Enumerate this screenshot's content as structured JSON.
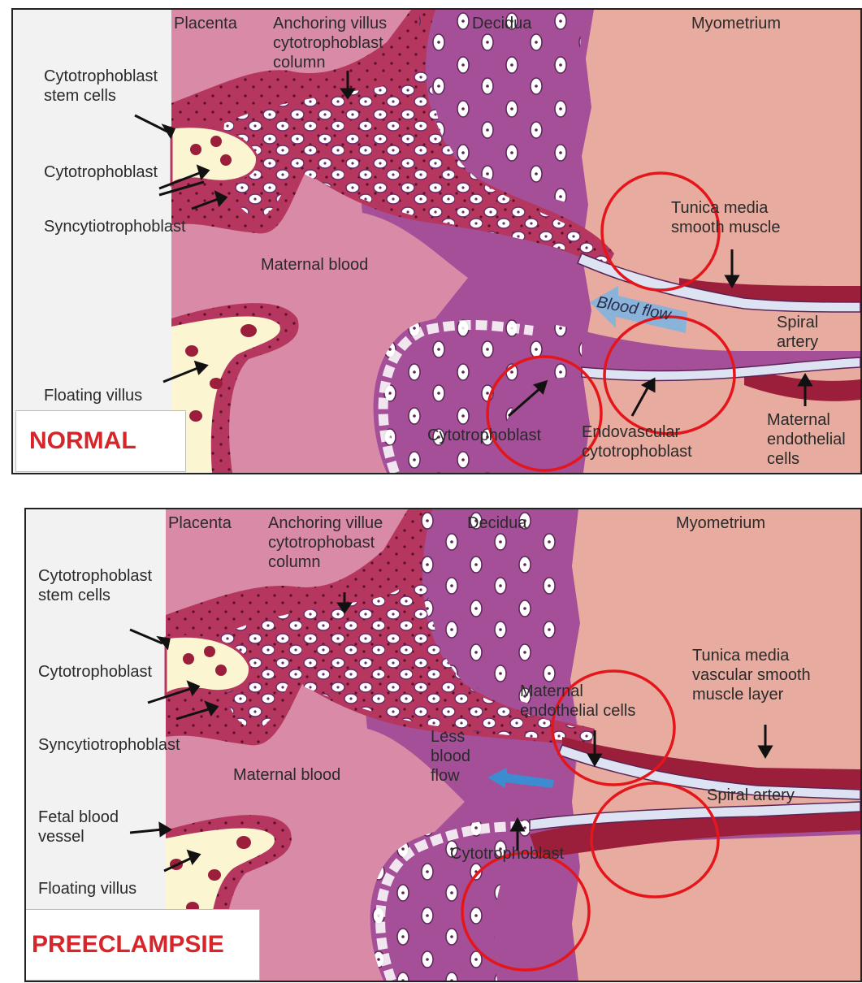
{
  "normal": {
    "badge": "NORMAL",
    "labels": {
      "placenta": "Placenta",
      "anchoring": "Anchoring villus\ncytotrophoblast\ncolumn",
      "decidua": "Decidua",
      "myometrium": "Myometrium",
      "stem_cells": "Cytotrophoblast\nstem cells",
      "cytotrophoblast_left": "Cytotrophoblast",
      "syncytio": "Syncytiotrophoblast",
      "maternal_blood": "Maternal blood",
      "floating_villus": "Floating villus",
      "tunica": "Tunica media\nsmooth muscle",
      "blood_flow": "Blood flow",
      "spiral": "Spiral\nartery",
      "cytotrophoblast_bottom": "Cytotrophoblast",
      "endovascular": "Endovascular\ncytotrophoblast",
      "maternal_endo": "Maternal\nendothelial\ncells"
    }
  },
  "preeclampsie": {
    "badge": "PREECLAMPSIE",
    "labels": {
      "placenta": "Placenta",
      "anchoring": "Anchoring villue\ncytotrophobast\ncolumn",
      "decidua": "Decidua",
      "myometrium": "Myometrium",
      "stem_cells": "Cytotrophoblast\nstem cells",
      "cytotrophoblast_left": "Cytotrophoblast",
      "syncytio": "Syncytiotrophoblast",
      "maternal_blood": "Maternal blood",
      "fetal_vessel": "Fetal blood\nvessel",
      "floating_villus": "Floating villus",
      "tunica": "Tunica media\nvascular smooth\nmuscle layer",
      "maternal_endo": "Maternal\nendothelial cells",
      "less_flow": "Less\nblood\nflow",
      "spiral": "Spiral artery",
      "cytotrophoblast_bottom": "Cytotrophoblast"
    }
  },
  "colors": {
    "placenta_bg": "#f2f2f2",
    "maternal_blood": "#d98aa6",
    "decidua": "#a44f98",
    "myometrium": "#e8ab9f",
    "villus_border": "#b5365e",
    "villus_core": "#fbf5d2",
    "artery": "#9b1f3a",
    "highlight_circle": "#e4161b",
    "arrow_blue": "#7fb4e0",
    "badge_text": "#d6262a"
  }
}
